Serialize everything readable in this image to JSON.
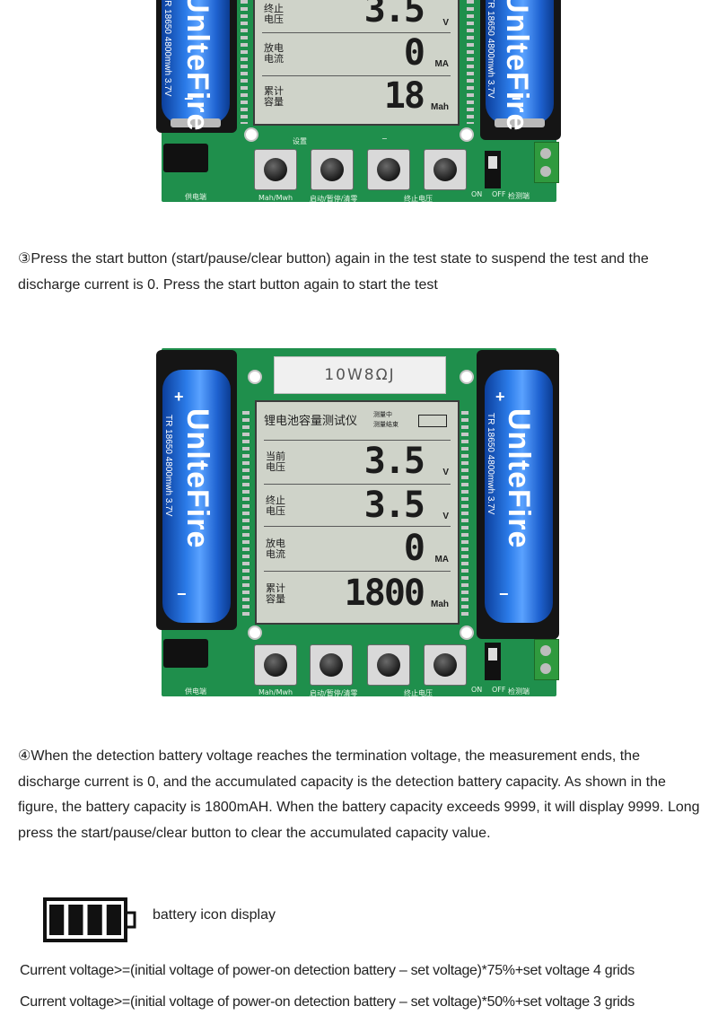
{
  "top_device": {
    "brand": "UnlteFire",
    "cell_spec": "TR 18650 4800mwh 3.7V",
    "rows": [
      {
        "label": "终止电压",
        "value": "3.5",
        "unit": "V"
      },
      {
        "label": "放电电流",
        "value": "0",
        "unit": "MA"
      },
      {
        "label": "累计容量",
        "value": "18",
        "unit": "Mah"
      }
    ],
    "button_labels": {
      "set": "设置",
      "mah": "Mah/Mwh",
      "start": "启动/暂停/清零",
      "end_voltage": "终止电压"
    },
    "silk": {
      "power": "供电端",
      "on": "ON",
      "off": "OFF",
      "detect": "检测端",
      "minus": "−"
    }
  },
  "step3_text": "③Press the start button (start/pause/clear button) again in the test state to suspend the test and the discharge current is 0. Press the start button again to start the test",
  "bottom_device": {
    "resistor_label": "10W8ΩJ",
    "brand": "UnlteFire",
    "cell_spec": "TR 18650 4800mwh 3.7V",
    "lcd_title": "锂电池容量测试仪",
    "status": {
      "measuring": "测量中",
      "ended": "测量结束"
    },
    "rows": [
      {
        "label": "当前电压",
        "value": "3.5",
        "unit": "V"
      },
      {
        "label": "终止电压",
        "value": "3.5",
        "unit": "V"
      },
      {
        "label": "放电电流",
        "value": "0",
        "unit": "MA"
      },
      {
        "label": "累计容量",
        "value": "1800",
        "unit": "Mah"
      }
    ],
    "button_labels": {
      "mah": "Mah/Mwh",
      "start": "启动/暂停/清零",
      "end_voltage": "终止电压"
    },
    "silk": {
      "power": "供电端",
      "on": "ON",
      "off": "OFF",
      "detect": "检测端",
      "plus": "+",
      "minus": "−"
    }
  },
  "step4_text": "④When the detection battery voltage reaches the termination voltage, the measurement ends, the discharge current is 0, and the accumulated capacity is the detection battery capacity. As shown in the figure, the battery capacity is 1800mAH. When the battery capacity exceeds 9999, it will display 9999. Long press the start/pause/clear button to clear the accumulated capacity value.",
  "legend": {
    "text": "battery icon display",
    "grids_shown": 4,
    "grids_total": 4
  },
  "rules": [
    "Current voltage>=(initial voltage of power-on detection battery – set voltage)*75%+set voltage 4 grids",
    "Current voltage>=(initial voltage of power-on detection battery – set voltage)*50%+set voltage 3 grids"
  ]
}
